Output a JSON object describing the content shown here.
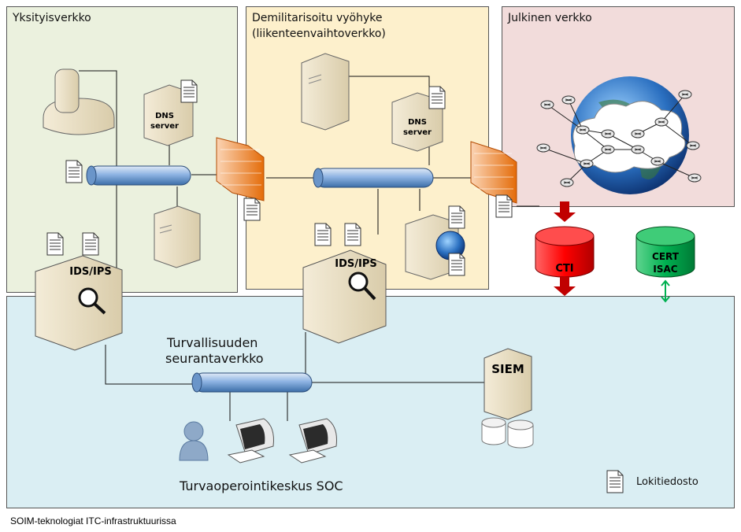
{
  "zones": {
    "private": "Yksityisverkko",
    "dmz_line1": "Demilitarisoitu vyöhyke",
    "dmz_line2": "(liikenteenvaihtoverkko)",
    "public": "Julkinen verkko",
    "monitoring_line1": "Turvallisuuden",
    "monitoring_line2": "seurantaverkko"
  },
  "nodes": {
    "dns_server_label_1": "DNS",
    "dns_server_label_2": "server",
    "ids_ips": "IDS/IPS",
    "cti": "CTI",
    "cert": "CERT",
    "isac": "ISAC",
    "siem": "SIEM",
    "soc": "Turvaoperointikeskus SOC"
  },
  "legend": {
    "log_file": "Lokitiedosto"
  },
  "caption": "SOIM-teknologiat ITC-infrastruktuurissa",
  "colors": {
    "private_bg": "#ebf1de",
    "dmz_bg": "#fdf0cc",
    "public_bg": "#f2dcdb",
    "monitoring_bg": "#daeef3",
    "cti_red": "#ff0000",
    "cert_green": "#00b050",
    "pipe_blue": "#8eb4e3",
    "firewall": "#f79646"
  }
}
